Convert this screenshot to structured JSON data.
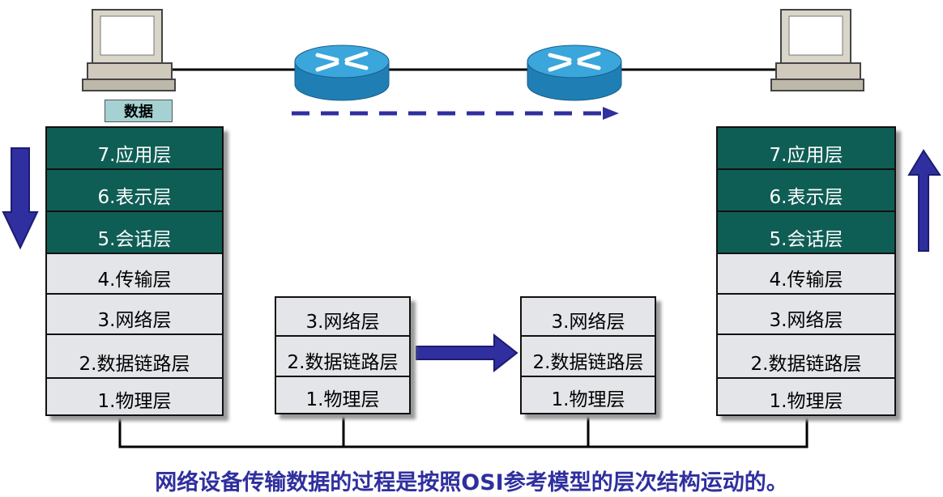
{
  "data_tag": "数据",
  "left_stack": [
    "7.应用层",
    "6.表示层",
    "5.会话层",
    "4.传输层",
    "3.网络层",
    "2.数据链路层",
    "1.物理层"
  ],
  "router1_stack": [
    "3.网络层",
    "2.数据链路层",
    "1.物理层"
  ],
  "router2_stack": [
    "3.网络层",
    "2.数据链路层",
    "1.物理层"
  ],
  "right_stack": [
    "7.应用层",
    "6.表示层",
    "5.会话层",
    "4.传输层",
    "3.网络层",
    "2.数据链路层",
    "1.物理层"
  ],
  "caption": "网络设备传输数据的过程是按照OSI参考模型的层次结构运动的。",
  "colors": {
    "upper_layer": "#0f5e55",
    "lower_layer": "#e4e5e9",
    "arrow": "#2f2f9f",
    "router": "#2f9fd6",
    "tag": "#a6d1d3"
  },
  "icons": [
    "pc-icon",
    "router-icon",
    "router-icon",
    "pc-icon"
  ]
}
